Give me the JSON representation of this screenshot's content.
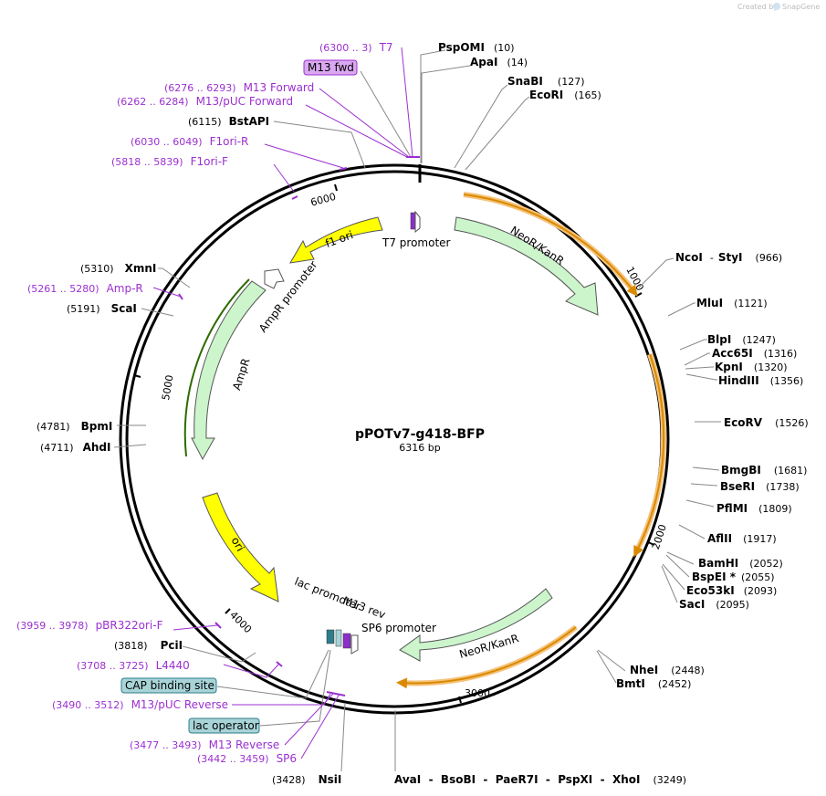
{
  "credit": "Created by",
  "brand": "SnapGene",
  "plasmid": {
    "name": "pPOTv7-g418-BFP",
    "size_label": "6316 bp"
  },
  "ticks": [
    "1000",
    "2000",
    "3000",
    "4000",
    "5000",
    "6000"
  ],
  "features": {
    "t7_promoter": "T7 promoter",
    "neor_top": "NeoR/KanR",
    "neor_bottom": "NeoR/KanR",
    "f1_ori": "f1 ori",
    "ampr_promoter": "AmpR promoter",
    "ampr": "AmpR",
    "ori": "ori",
    "lac_promoter": "lac promoter",
    "m13_rev": "M13 rev",
    "sp6_promoter": "SP6 promoter"
  },
  "colors": {
    "feature_green": "#ccf5cc",
    "origin_yellow": "#ffff00",
    "primer_purple": "#9b30d0",
    "orf_orange": "#d98a00",
    "box_purple": "#d9a8f0",
    "box_blue": "#a8d4d8"
  },
  "sites": {
    "pspomi": {
      "name": "PspOMI",
      "pos": "(10)"
    },
    "apai": {
      "name": "ApaI",
      "pos": "(14)"
    },
    "snabi": {
      "name": "SnaBI",
      "pos": "(127)"
    },
    "ecori": {
      "name": "EcoRI",
      "pos": "(165)"
    },
    "bstapi": {
      "name": "BstAPI",
      "pos": "(6115)"
    },
    "ncoi": {
      "name": "NcoI",
      "sep": "-",
      "name2": "StyI",
      "pos": "(966)"
    },
    "mlui": {
      "name": "MluI",
      "pos": "(1121)"
    },
    "blpi": {
      "name": "BlpI",
      "pos": "(1247)"
    },
    "acc65i": {
      "name": "Acc65I",
      "pos": "(1316)"
    },
    "kpni": {
      "name": "KpnI",
      "pos": "(1320)"
    },
    "hindiii": {
      "name": "HindIII",
      "pos": "(1356)"
    },
    "ecorv": {
      "name": "EcoRV",
      "pos": "(1526)"
    },
    "bmgbi": {
      "name": "BmgBI",
      "pos": "(1681)"
    },
    "beri": {
      "name": "BseRI",
      "pos": "(1738)"
    },
    "pflmi": {
      "name": "PflMI",
      "pos": "(1809)"
    },
    "aflii": {
      "name": "AflII",
      "pos": "(1917)"
    },
    "bamhi": {
      "name": "BamHI",
      "pos": "(2052)"
    },
    "bspei": {
      "name": "BspEI *",
      "pos": "(2055)"
    },
    "eco53ki": {
      "name": "Eco53kI",
      "pos": "(2093)"
    },
    "saci": {
      "name": "SacI",
      "pos": "(2095)"
    },
    "nhei": {
      "name": "NheI",
      "pos": "(2448)"
    },
    "bmti": {
      "name": "BmtI",
      "pos": "(2452)"
    },
    "xmni": {
      "name": "XmnI",
      "pos": "(5310)"
    },
    "scai": {
      "name": "ScaI",
      "pos": "(5191)"
    },
    "bpmi": {
      "name": "BpmI",
      "pos": "(4781)"
    },
    "ahdi": {
      "name": "AhdI",
      "pos": "(4711)"
    },
    "pcii": {
      "name": "PciI",
      "pos": "(3818)"
    },
    "nsii": {
      "name": "NsiI",
      "pos": "(3428)"
    },
    "avai": {
      "names": "AvaI  -  BsoBI  -  PaeR7I  -  PspXI  -  XhoI",
      "pos": "(3249)"
    }
  },
  "primers": {
    "t7": {
      "range": "(6300 .. 3)",
      "name": "T7"
    },
    "m13fwd_box": "M13 fwd",
    "m13forward": {
      "range": "(6276 .. 6293)",
      "name": "M13 Forward"
    },
    "m13puc_forward": {
      "range": "(6262 .. 6284)",
      "name": "M13/pUC Forward"
    },
    "f1ori_r": {
      "range": "(6030 .. 6049)",
      "name": "F1ori-R"
    },
    "f1ori_f": {
      "range": "(5818 .. 5839)",
      "name": "F1ori-F"
    },
    "ampr": {
      "range": "(5261 .. 5280)",
      "name": "Amp-R"
    },
    "pbr322": {
      "range": "(3959 .. 3978)",
      "name": "pBR322ori-F"
    },
    "l4440": {
      "range": "(3708 .. 3725)",
      "name": "L4440"
    },
    "m13puc_reverse": {
      "range": "(3490 .. 3512)",
      "name": "M13/pUC Reverse"
    },
    "m13reverse": {
      "range": "(3477 .. 3493)",
      "name": "M13 Reverse"
    },
    "sp6": {
      "range": "(3442 .. 3459)",
      "name": "SP6"
    }
  },
  "boxes": {
    "cap": "CAP binding site",
    "lac_operator": "lac operator"
  }
}
